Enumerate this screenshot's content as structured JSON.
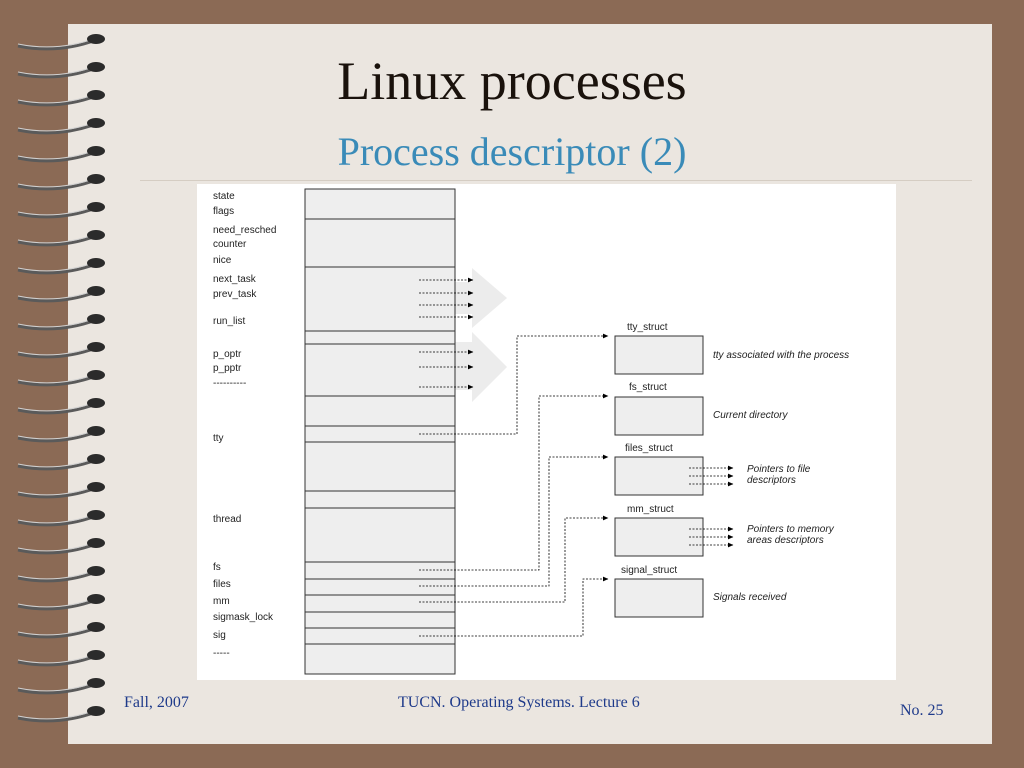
{
  "slide": {
    "title": "Linux processes",
    "subtitle": "Process descriptor (2)"
  },
  "diagram": {
    "fields": [
      "state",
      "flags",
      "need_resched",
      "counter",
      "nice",
      "next_task",
      "prev_task",
      "run_list",
      "p_optr",
      "p_pptr",
      "----------",
      "tty",
      "thread",
      "fs",
      "files",
      "mm",
      "sigmask_lock",
      "sig",
      "-----"
    ],
    "structs": [
      "tty_struct",
      "fs_struct",
      "files_struct",
      "mm_struct",
      "signal_struct"
    ],
    "notes": [
      "tty associated with the process",
      "Current directory",
      "Pointers to file",
      "descriptors",
      "Pointers to memory",
      "areas descriptors",
      "Signals received"
    ]
  },
  "footer": {
    "left": "Fall, 2007",
    "center": "TUCN. Operating Systems. Lecture 6",
    "right": "No. 25"
  },
  "colors": {
    "background": "#8b6a55",
    "page": "#ebe6e0",
    "title": "#1a120c",
    "subtitle": "#3a8bb8",
    "footer": "#1e3a8a"
  }
}
